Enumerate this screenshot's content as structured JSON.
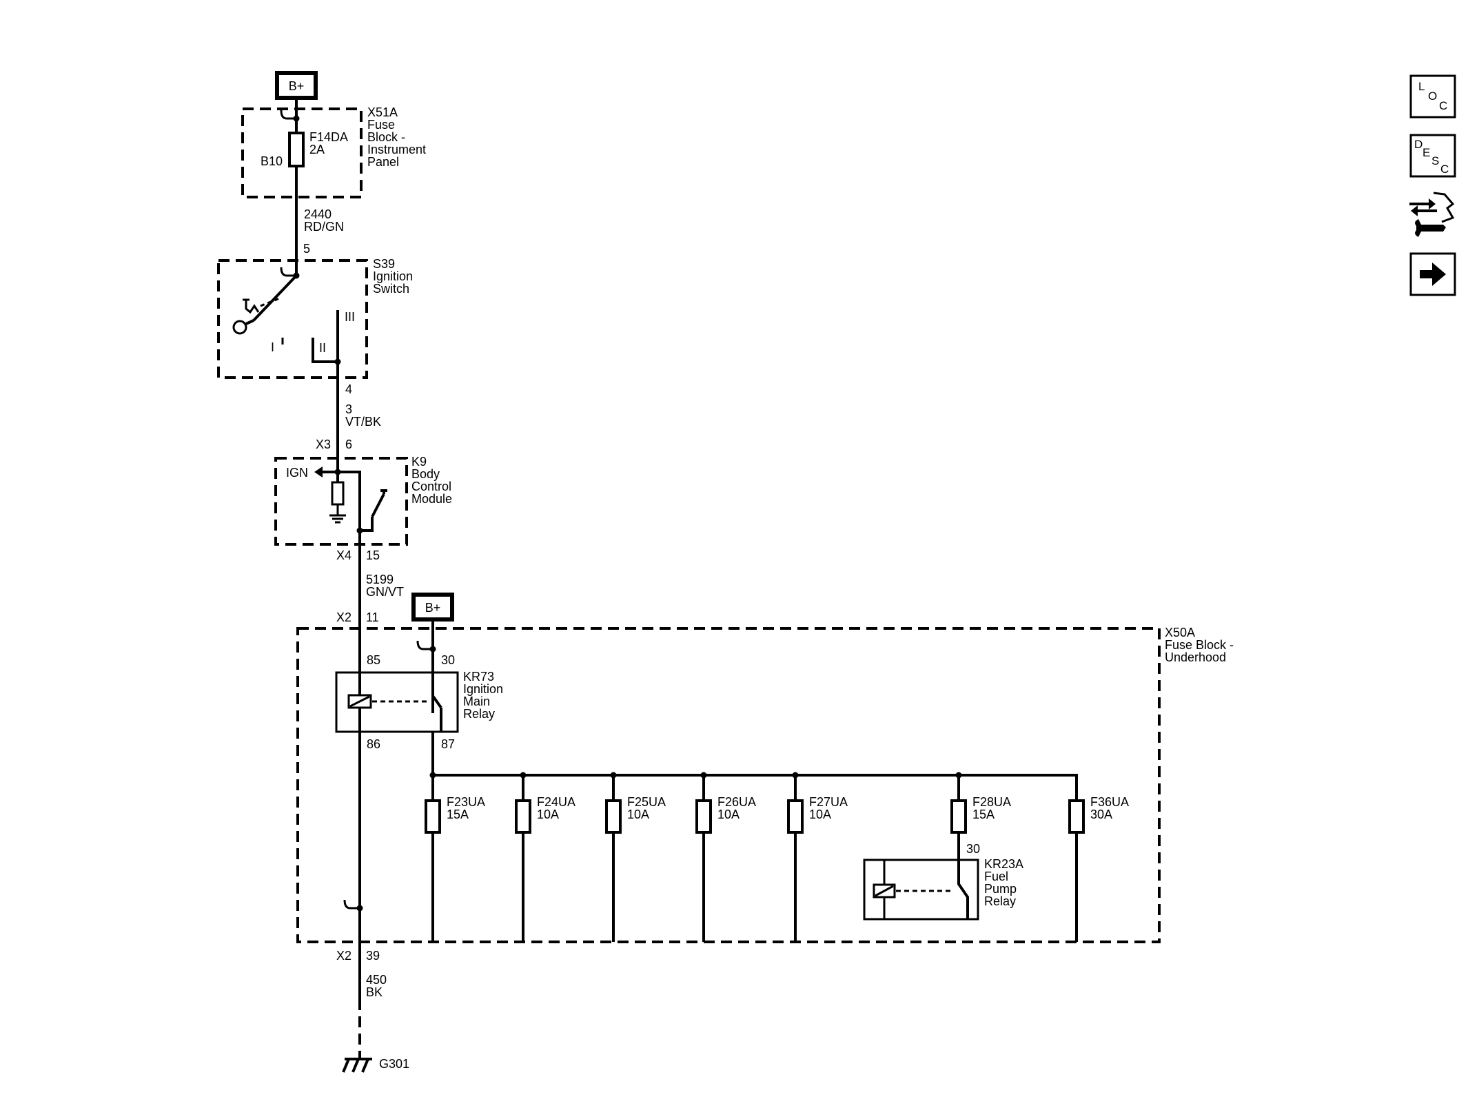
{
  "power": {
    "bplus_top": "B+",
    "bplus_mid": "B+"
  },
  "x51a": {
    "title": [
      "X51A",
      "Fuse",
      "Block -",
      "Instrument",
      "Panel"
    ],
    "cavity": "B10",
    "fuse": [
      "F14DA",
      "2A"
    ]
  },
  "wire_2440": {
    "circuit": "2440",
    "color": "RD/GN"
  },
  "s39": {
    "pin_top": "5",
    "pin_bottom": "4",
    "title": [
      "S39",
      "Ignition",
      "Switch"
    ],
    "pos_1": "I",
    "pos_2": "II",
    "pos_3": "III"
  },
  "wire_3": {
    "circuit": "3",
    "color": "VT/BK"
  },
  "k9": {
    "conn_in": "X3",
    "pin_in": "6",
    "ign_label": "IGN",
    "title": [
      "K9",
      "Body",
      "Control",
      "Module"
    ],
    "conn_out": "X4",
    "pin_out": "15"
  },
  "wire_5199": {
    "circuit": "5199",
    "color": "GN/VT"
  },
  "x50a": {
    "conn_in": "X2",
    "pin_in": "11",
    "title": [
      "X50A",
      "Fuse Block -",
      "Underhood"
    ],
    "conn_out": "X2",
    "pin_out": "39"
  },
  "kr73": {
    "pin_85": "85",
    "pin_30": "30",
    "pin_86": "86",
    "pin_87": "87",
    "title": [
      "KR73",
      "Ignition",
      "Main",
      "Relay"
    ]
  },
  "fuses": [
    {
      "name": "F23UA",
      "rating": "15A"
    },
    {
      "name": "F24UA",
      "rating": "10A"
    },
    {
      "name": "F25UA",
      "rating": "10A"
    },
    {
      "name": "F26UA",
      "rating": "10A"
    },
    {
      "name": "F27UA",
      "rating": "10A"
    },
    {
      "name": "F28UA",
      "rating": "15A"
    },
    {
      "name": "F36UA",
      "rating": "30A"
    }
  ],
  "kr23a": {
    "pin_30": "30",
    "title": [
      "KR23A",
      "Fuel",
      "Pump",
      "Relay"
    ]
  },
  "wire_450": {
    "circuit": "450",
    "color": "BK"
  },
  "ground": {
    "name": "G301"
  },
  "nav": {
    "loc": [
      "L",
      "O",
      "C"
    ],
    "desc": [
      "D",
      "E",
      "S",
      "C"
    ],
    "connector_icon": "connector-tool-icon",
    "next_icon": "arrow-right-icon"
  }
}
